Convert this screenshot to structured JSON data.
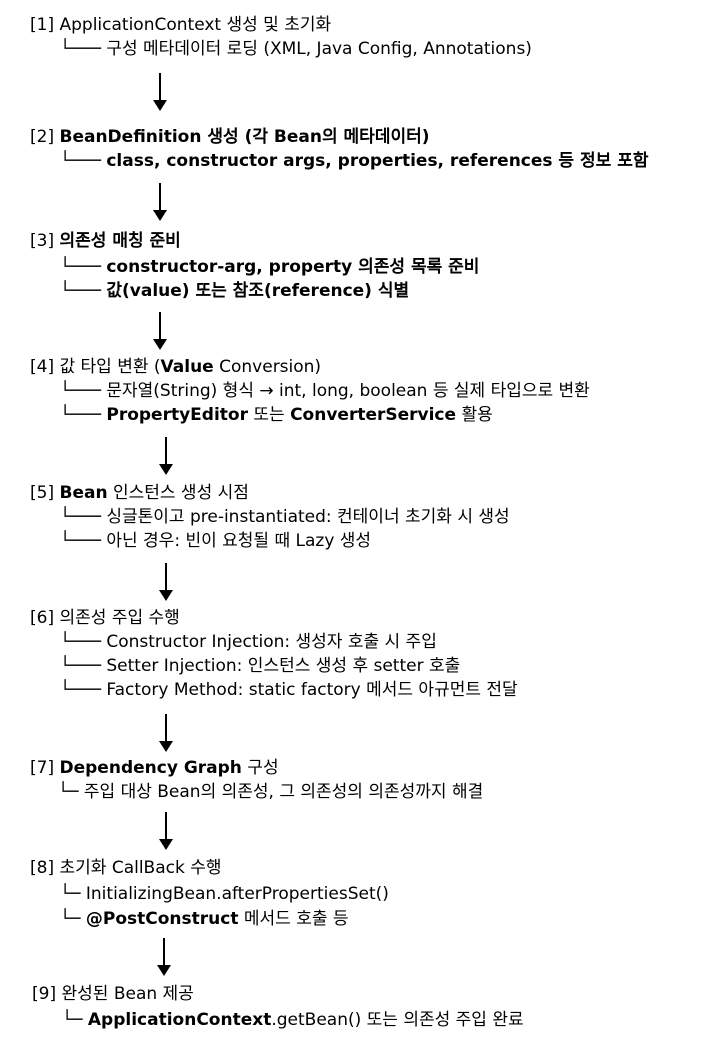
{
  "steps": [
    {
      "num": "[1]",
      "title": [
        {
          "text": "ApplicationContext 생성 및 초기화",
          "bold": false
        }
      ],
      "branch": "└───",
      "children": [
        [
          {
            "text": "구성 메타데이터 로딩 (XML, Java Config, Annotations)",
            "bold": false
          }
        ]
      ]
    },
    {
      "num": "[2]",
      "title": [
        {
          "text": "BeanDefinition 생성 (각 Bean의 메타데이터)",
          "bold": true
        }
      ],
      "branch": "└───",
      "children": [
        [
          {
            "text": "class, constructor args, properties, references 등 정보 포함",
            "bold": true
          }
        ]
      ]
    },
    {
      "num": "[3]",
      "title": [
        {
          "text": "의존성 매칭 준비",
          "bold": true
        }
      ],
      "branch": "└───",
      "children": [
        [
          {
            "text": "constructor-arg, property 의존성 목록 준비",
            "bold": true
          }
        ],
        [
          {
            "text": "값(value) 또는 참조(reference) 식별",
            "bold": true
          }
        ]
      ]
    },
    {
      "num": "[4]",
      "title": [
        {
          "text": "값 타입 변환 (",
          "bold": false
        },
        {
          "text": "Value",
          "bold": true
        },
        {
          "text": " Conversion)",
          "bold": false
        }
      ],
      "branch": "└───",
      "children": [
        [
          {
            "text": "문자열(String) 형식 → int, long, boolean 등 실제 타입으로 변환",
            "bold": false
          }
        ],
        [
          {
            "text": "PropertyEditor",
            "bold": true
          },
          {
            "text": " 또는 ",
            "bold": false
          },
          {
            "text": "ConverterService",
            "bold": true
          },
          {
            "text": " 활용",
            "bold": false
          }
        ]
      ]
    },
    {
      "num": "[5]",
      "title": [
        {
          "text": "Bean",
          "bold": true
        },
        {
          "text": " 인스턴스 생성 시점",
          "bold": false
        }
      ],
      "branch": "└───",
      "children": [
        [
          {
            "text": "싱글톤이고 pre-instantiated: 컨테이너 초기화 시 생성",
            "bold": false
          }
        ],
        [
          {
            "text": "아닌 경우: 빈이 요청될 때 Lazy 생성",
            "bold": false
          }
        ]
      ]
    },
    {
      "num": "[6]",
      "title": [
        {
          "text": "의존성 주입 수행",
          "bold": false
        }
      ],
      "branch": "└───",
      "children": [
        [
          {
            "text": "Constructor Injection: 생성자 호출 시 주입",
            "bold": false
          }
        ],
        [
          {
            "text": "Setter Injection: 인스턴스 생성 후 setter 호출",
            "bold": false
          }
        ],
        [
          {
            "text": "Factory Method: static factory 메서드 아규먼트 전달",
            "bold": false
          }
        ]
      ]
    },
    {
      "num": "[7]",
      "title": [
        {
          "text": "Dependency Graph",
          "bold": true
        },
        {
          "text": " 구성",
          "bold": false
        }
      ],
      "branch": "└─",
      "children": [
        [
          {
            "text": "주입 대상 Bean의 의존성, 그 의존성의 의존성까지 해결",
            "bold": false
          }
        ]
      ]
    },
    {
      "num": "[8]",
      "title": [
        {
          "text": "초기화 CallBack  수행",
          "bold": false
        }
      ],
      "branch": "└─",
      "children": [
        [
          {
            "text": "InitializingBean.afterPropertiesSet()",
            "bold": false
          }
        ],
        [
          {
            "text": "@PostConstruct",
            "bold": true
          },
          {
            "text": " 메서드 호출 등",
            "bold": false
          }
        ]
      ]
    },
    {
      "num": "[9]",
      "title": [
        {
          "text": "완성된 Bean 제공",
          "bold": false
        }
      ],
      "branch": "└─",
      "children": [
        [
          {
            "text": "ApplicationContext",
            "bold": true
          },
          {
            "text": ".getBean() 또는 의존성 주입 완료",
            "bold": false
          }
        ]
      ]
    }
  ]
}
